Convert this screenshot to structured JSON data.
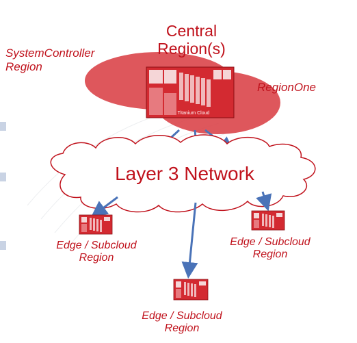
{
  "central": {
    "title_line1": "Central",
    "title_line2": "Region(s)"
  },
  "system_controller": {
    "line1": "SystemController",
    "line2": "Region"
  },
  "region_one": {
    "label": "RegionOne"
  },
  "central_server": {
    "badge": "Titanium Cloud"
  },
  "network": {
    "label": "Layer 3 Network"
  },
  "edges": [
    {
      "line1": "Edge / Subcloud",
      "line2": "Region"
    },
    {
      "line1": "Edge / Subcloud",
      "line2": "Region"
    },
    {
      "line1": "Edge / Subcloud",
      "line2": "Region"
    }
  ],
  "colors": {
    "label_red": "#c0121c",
    "ellipse_red": "#d94046",
    "server_red": "#d32a31",
    "arrow_blue": "#4a73b8",
    "cloud_outline": "#c0121c"
  }
}
